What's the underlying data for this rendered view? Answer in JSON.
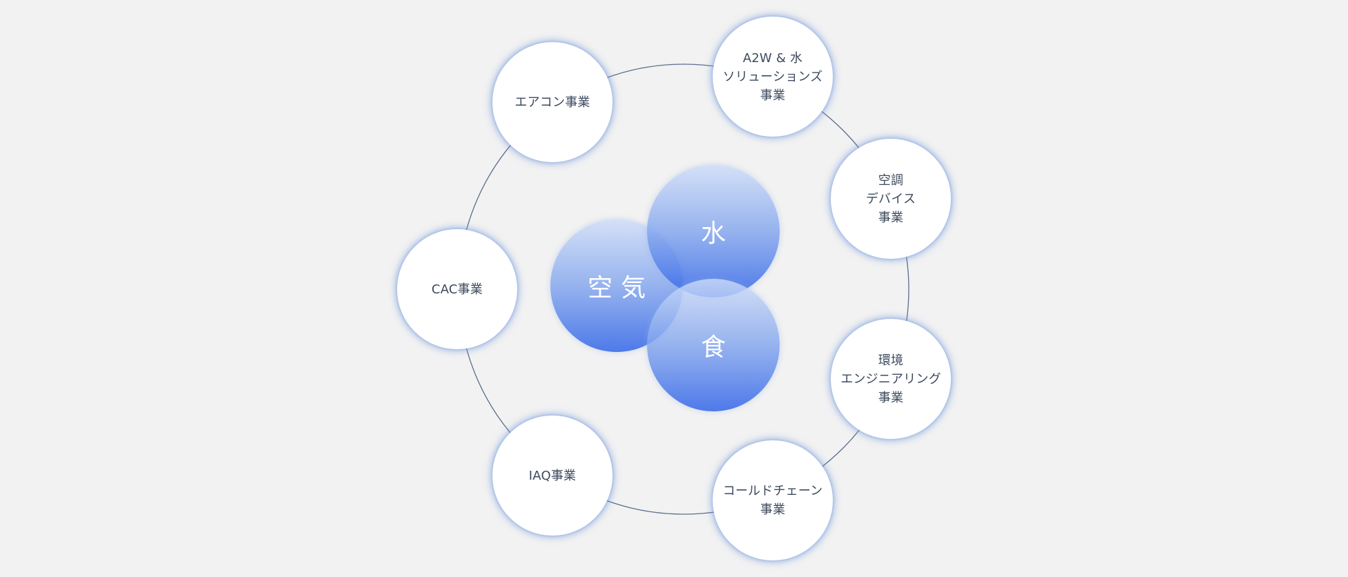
{
  "diagram": {
    "core": [
      {
        "id": "air",
        "label": "空気"
      },
      {
        "id": "water",
        "label": "水"
      },
      {
        "id": "food",
        "label": "食"
      }
    ],
    "businesses": [
      {
        "id": "aircon",
        "label": "エアコン事業"
      },
      {
        "id": "a2w",
        "label": "A2W & 水\nソリューションズ\n事業"
      },
      {
        "id": "hvac-devices",
        "label": "空調\nデバイス\n事業"
      },
      {
        "id": "environment",
        "label": "環境\nエンジニアリング\n事業"
      },
      {
        "id": "cold-chain",
        "label": "コールドチェーン\n事業"
      },
      {
        "id": "iaq",
        "label": "IAQ事業"
      },
      {
        "id": "cac",
        "label": "CAC事業"
      }
    ],
    "colors": {
      "background": "#f2f2f2",
      "ring_line": "#5a6e8e",
      "node_fill": "#ffffff",
      "node_glow": "#8aa8e0",
      "node_text": "#3d4a5e",
      "core_top": "#cddcf8",
      "core_bottom": "#3769e8",
      "core_text": "#ffffff"
    }
  }
}
